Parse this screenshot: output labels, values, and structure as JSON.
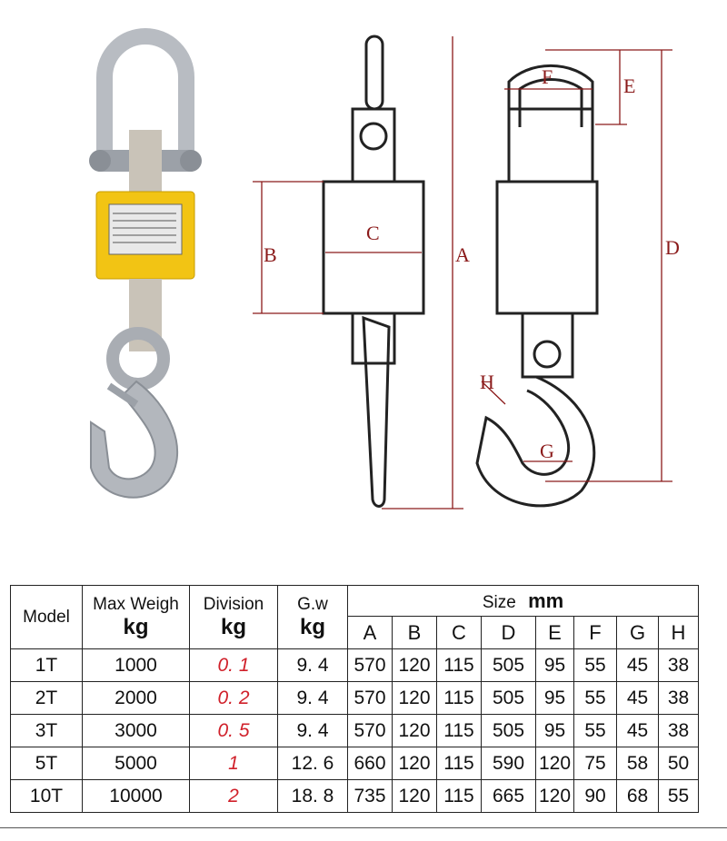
{
  "figure": {
    "dimension_letters": [
      "A",
      "B",
      "C",
      "D",
      "E",
      "F",
      "G",
      "H"
    ],
    "colors": {
      "dimension": "#8b1a1a",
      "body_yellow": "#f2c414",
      "steel": "#b8bcc2",
      "red_text": "#d0202a"
    }
  },
  "table": {
    "headers": {
      "model": "Model",
      "max_weight": "Max Weigh",
      "max_weight_unit": "kg",
      "division": "Division",
      "division_unit": "kg",
      "gw": "G.w",
      "gw_unit": "kg",
      "size": "Size",
      "size_unit": "mm",
      "size_cols": [
        "A",
        "B",
        "C",
        "D",
        "E",
        "F",
        "G",
        "H"
      ]
    },
    "rows": [
      {
        "model": "1T",
        "max_weight": "1000",
        "division": "0. 1",
        "gw": "9. 4",
        "sizes": [
          "570",
          "120",
          "115",
          "505",
          "95",
          "55",
          "45",
          "38"
        ]
      },
      {
        "model": "2T",
        "max_weight": "2000",
        "division": "0. 2",
        "gw": "9. 4",
        "sizes": [
          "570",
          "120",
          "115",
          "505",
          "95",
          "55",
          "45",
          "38"
        ]
      },
      {
        "model": "3T",
        "max_weight": "3000",
        "division": "0. 5",
        "gw": "9. 4",
        "sizes": [
          "570",
          "120",
          "115",
          "505",
          "95",
          "55",
          "45",
          "38"
        ]
      },
      {
        "model": "5T",
        "max_weight": "5000",
        "division": "1",
        "gw": "12. 6",
        "sizes": [
          "660",
          "120",
          "115",
          "590",
          "120",
          "75",
          "58",
          "50"
        ]
      },
      {
        "model": "10T",
        "max_weight": "10000",
        "division": "2",
        "gw": "18. 8",
        "sizes": [
          "735",
          "120",
          "115",
          "665",
          "120",
          "90",
          "68",
          "55"
        ]
      }
    ]
  }
}
